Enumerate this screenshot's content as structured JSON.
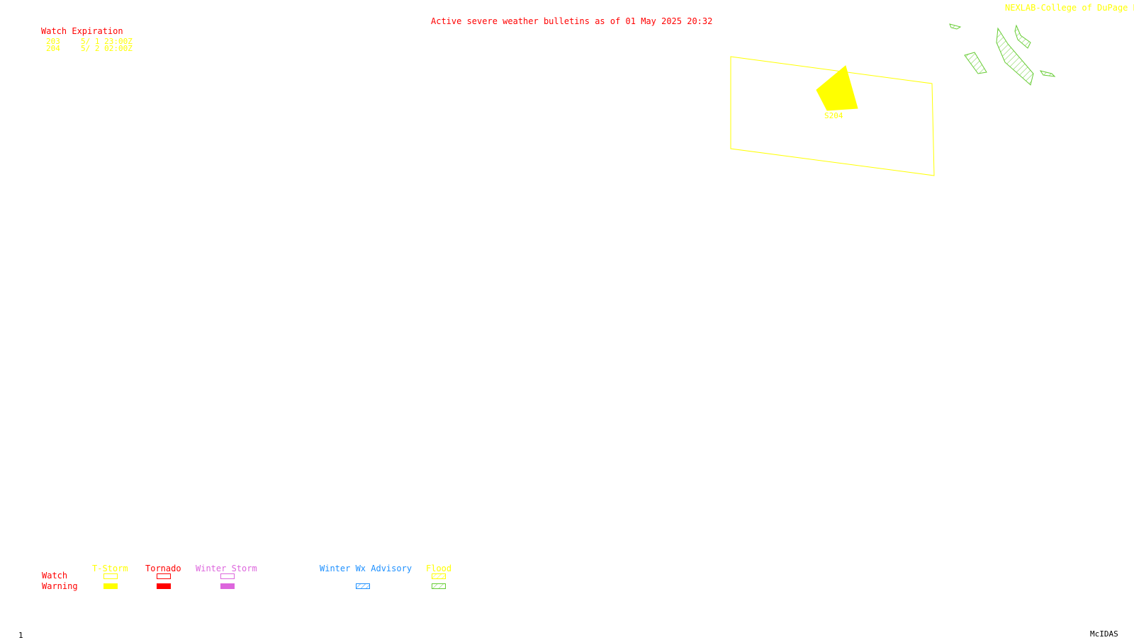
{
  "header": {
    "title": "Active severe weather bulletins as of 01 May 2025 20:32",
    "credit": "NEXLAB-College of DuPage R"
  },
  "watch_expiration": {
    "heading": "Watch Expiration",
    "rows": [
      {
        "id": "203",
        "expires": "5/ 1 23:00Z"
      },
      {
        "id": "204",
        "expires": "5/ 2 02:00Z"
      }
    ]
  },
  "map": {
    "watch_label": "S204"
  },
  "legend": {
    "row_labels": {
      "watch": "Watch",
      "warning": "Warning"
    },
    "columns": [
      {
        "label": "T-Storm",
        "color": "#ffff00"
      },
      {
        "label": "Tornado",
        "color": "#ff0000"
      },
      {
        "label": "Winter Storm",
        "color": "#dd66dd"
      },
      {
        "label": "Winter Wx Advisory",
        "color": "#1e90ff"
      },
      {
        "label": "Flood",
        "color": "#ffff00",
        "warning_color": "#66cc33"
      }
    ]
  },
  "footer": {
    "frame_number": "1",
    "software": "McIDAS"
  },
  "colors": {
    "title": "#ff0000",
    "credit": "#ffff00",
    "heading": "#ff0000",
    "watch_rows": "#ffff00",
    "watch_box": "#ffff00",
    "flood_hatch": "#66cc33",
    "footer": "#000000"
  }
}
